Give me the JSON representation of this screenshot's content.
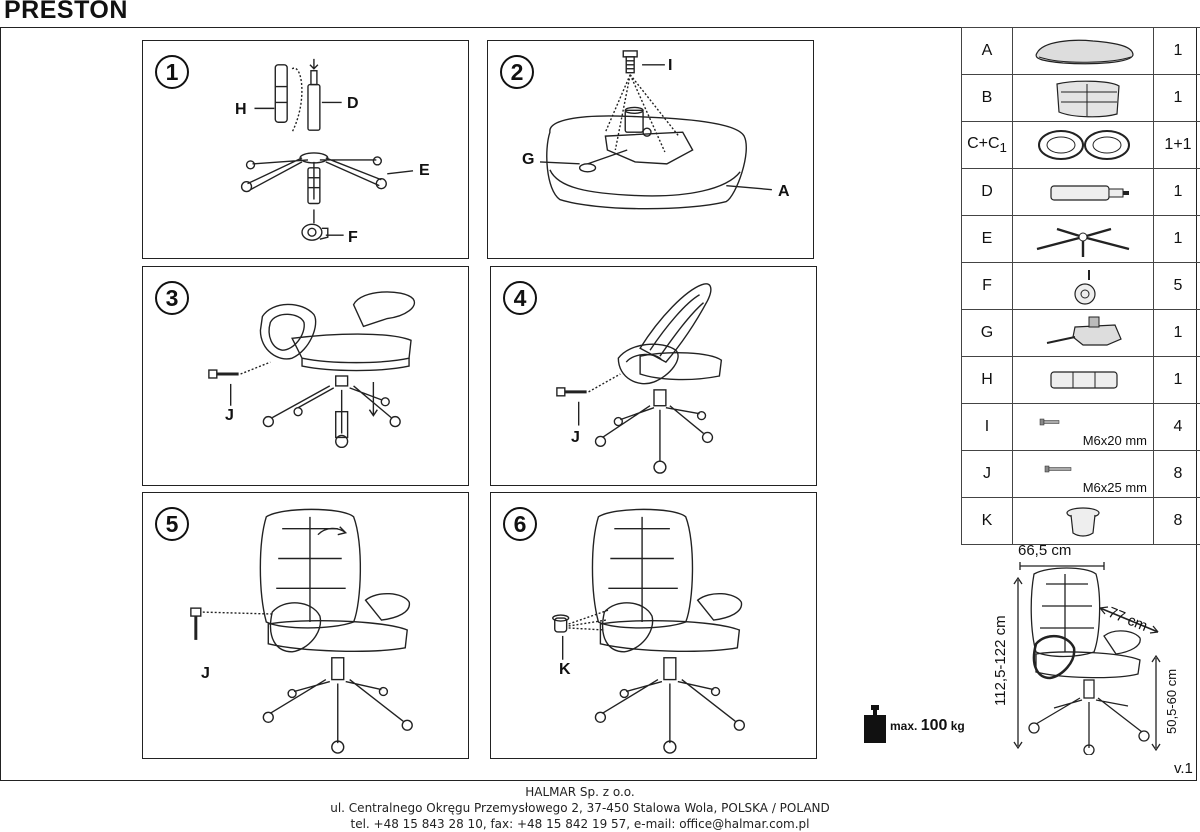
{
  "title": "PRESTON",
  "steps": [
    {
      "number": "1",
      "labels": [
        "H",
        "D",
        "E",
        "F"
      ]
    },
    {
      "number": "2",
      "labels": [
        "I",
        "G",
        "A"
      ]
    },
    {
      "number": "3",
      "labels": [
        "J"
      ]
    },
    {
      "number": "4",
      "labels": [
        "J"
      ]
    },
    {
      "number": "5",
      "labels": [
        "J"
      ]
    },
    {
      "number": "6",
      "labels": [
        "K"
      ]
    }
  ],
  "parts": [
    {
      "code": "A",
      "qty": "1",
      "icon": "seat-cushion-icon",
      "size": ""
    },
    {
      "code": "B",
      "qty": "1",
      "icon": "backrest-icon",
      "size": ""
    },
    {
      "code": "C+C",
      "code_sub": "1",
      "qty": "1+1",
      "icon": "armrests-icon",
      "size": ""
    },
    {
      "code": "D",
      "qty": "1",
      "icon": "gas-lift-icon",
      "size": ""
    },
    {
      "code": "E",
      "qty": "1",
      "icon": "star-base-icon",
      "size": ""
    },
    {
      "code": "F",
      "qty": "5",
      "icon": "caster-icon",
      "size": ""
    },
    {
      "code": "G",
      "qty": "1",
      "icon": "tilt-mechanism-icon",
      "size": ""
    },
    {
      "code": "H",
      "qty": "1",
      "icon": "gas-lift-cover-icon",
      "size": ""
    },
    {
      "code": "I",
      "qty": "4",
      "icon": "bolt-short-icon",
      "size": "M6x20 mm"
    },
    {
      "code": "J",
      "qty": "8",
      "icon": "bolt-long-icon",
      "size": "M6x25 mm"
    },
    {
      "code": "K",
      "qty": "8",
      "icon": "cap-icon",
      "size": ""
    }
  ],
  "dimensions": {
    "width": "66,5 cm",
    "depth": "77 cm",
    "height": "112,5-122 cm",
    "seat_height": "50,5-60 cm"
  },
  "max_load": {
    "prefix": "max.",
    "value": "100",
    "unit": "kg"
  },
  "version": "v.1",
  "footer": {
    "company": "HALMAR Sp. z o.o.",
    "address": "ul. Centralnego Okręgu Przemysłowego 2, 37-450 Stalowa Wola, POLSKA / POLAND",
    "contact": "tel. +48 15 843 28 10, fax: +48 15 842 19 57, e-mail: office@halmar.com.pl"
  }
}
